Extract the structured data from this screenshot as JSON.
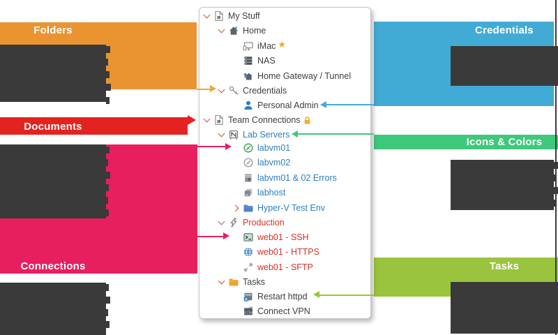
{
  "banners": {
    "folders": {
      "label": "Folders",
      "color": "#EA9431"
    },
    "documents": {
      "label": "Documents",
      "color": "#E42321"
    },
    "connections": {
      "label": "Connections",
      "color": "#E81F5F"
    },
    "credentials": {
      "label": "Credentials",
      "color": "#41ABD6"
    },
    "icons_colors": {
      "label": "Icons & Colors",
      "color": "#3EC87B"
    },
    "tasks": {
      "label": "Tasks",
      "color": "#9AC43D"
    }
  },
  "colors": {
    "redacted_block": "#3A3A3A",
    "panel_border": "#C6C6C6",
    "chevron": "#C94E2C",
    "text_default": "#3E3E3E",
    "text_blue": "#2E7DBE",
    "text_red": "#D93026",
    "lock": "#F0A51F",
    "star": "#F5A81C"
  },
  "tree": {
    "text_colors": {
      "default": "#3E3E3E",
      "blue": "#2E7DBE",
      "red": "#D93026"
    },
    "items": [
      {
        "label": "My Stuff",
        "level": 0,
        "icon": "document-icon",
        "chevron": "expanded",
        "color": "default"
      },
      {
        "label": "Home",
        "level": 1,
        "icon": "home-icon",
        "chevron": "expanded",
        "color": "default"
      },
      {
        "label": "iMac",
        "level": 2,
        "icon": "computer-icon",
        "suffix": "star-icon",
        "color": "default"
      },
      {
        "label": "NAS",
        "level": 2,
        "icon": "server-stack-icon",
        "color": "default"
      },
      {
        "label": "Home Gateway / Tunnel",
        "level": 2,
        "icon": "gateway-icon",
        "color": "default"
      },
      {
        "label": "Credentials",
        "level": 1,
        "icon": "key-icon",
        "chevron": "expanded",
        "color": "default"
      },
      {
        "label": "Personal Admin",
        "level": 2,
        "icon": "user-icon",
        "color": "default"
      },
      {
        "label": "Team Connections",
        "level": 0,
        "icon": "document-icon",
        "chevron": "expanded",
        "suffix": "lock-icon",
        "color": "default"
      },
      {
        "label": "Lab Servers",
        "level": 1,
        "icon": "board-icon",
        "chevron": "expanded",
        "color": "blue"
      },
      {
        "label": "labvm01",
        "level": 2,
        "icon": "vm-connected-icon",
        "color": "blue"
      },
      {
        "label": "labvm02",
        "level": 2,
        "icon": "vm-icon",
        "color": "blue"
      },
      {
        "label": "labvm01 & 02 Errors",
        "level": 2,
        "icon": "errors-icon",
        "color": "blue"
      },
      {
        "label": "labhost",
        "level": 2,
        "icon": "host-icon",
        "color": "blue"
      },
      {
        "label": "Hyper-V Test Env",
        "level": 2,
        "icon": "folder-blue-icon",
        "chevron": "collapsed",
        "color": "blue"
      },
      {
        "label": "Production",
        "level": 1,
        "icon": "bolt-icon",
        "chevron": "expanded",
        "color": "red"
      },
      {
        "label": "web01 - SSH",
        "level": 2,
        "icon": "terminal-icon",
        "color": "red"
      },
      {
        "label": "web01 - HTTPS",
        "level": 2,
        "icon": "globe-icon",
        "color": "red"
      },
      {
        "label": "web01 - SFTP",
        "level": 2,
        "icon": "transfer-icon",
        "color": "red"
      },
      {
        "label": "Tasks",
        "level": 1,
        "icon": "folder-orange-icon",
        "chevron": "expanded",
        "color": "default"
      },
      {
        "label": "Restart httpd",
        "level": 2,
        "icon": "task-command-icon",
        "color": "default"
      },
      {
        "label": "Connect VPN",
        "level": 2,
        "icon": "task-console-icon",
        "color": "default"
      }
    ]
  }
}
